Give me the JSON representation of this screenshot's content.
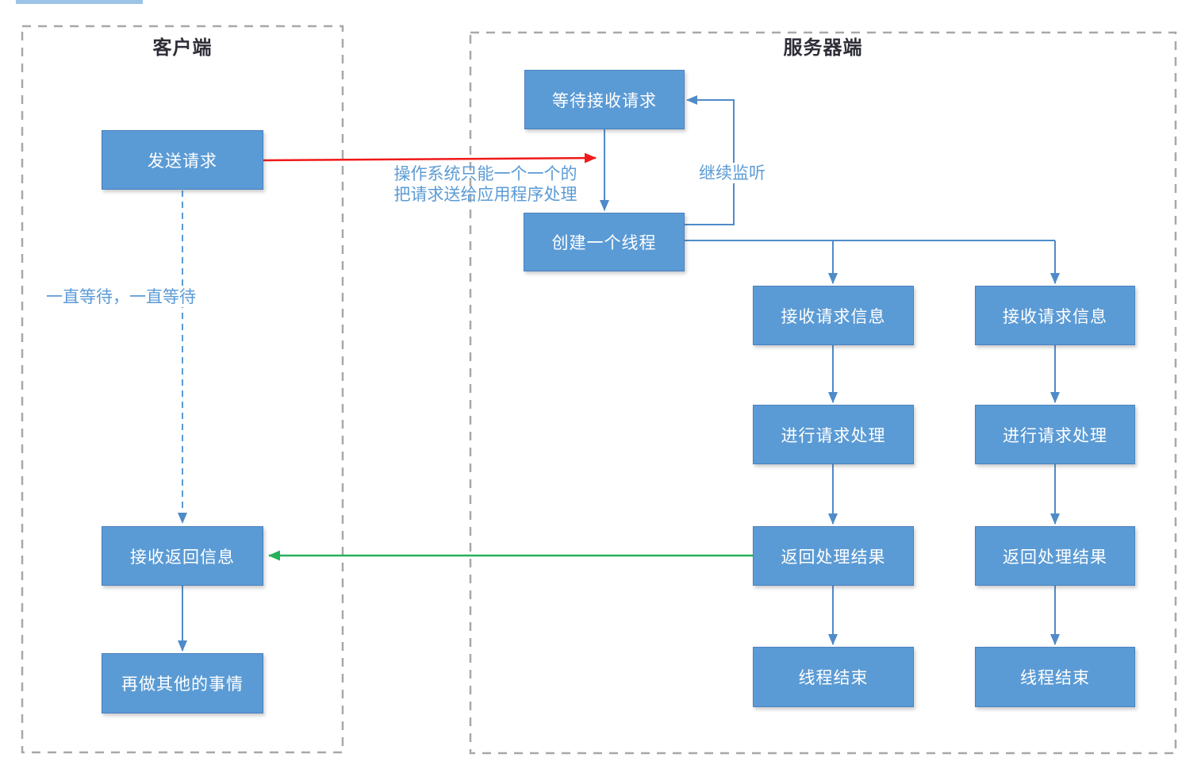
{
  "diagram": {
    "type": "flowchart",
    "language": "zh-CN",
    "topic": "client-server multi-thread request handling"
  },
  "colors": {
    "node_fill": "#5b9bd5",
    "node_border": "#4a80c0",
    "node_text": "#ffffff",
    "connector_blue": "#4f8bc9",
    "arrow_red": "#f01919",
    "arrow_green": "#27b05a",
    "frame_border": "#a8a8a8",
    "label_text": "#5b9bd5",
    "title_text": "#2e2e38",
    "highlight_bar": "#9dc3e6"
  },
  "client": {
    "title": "客户端",
    "boxes": {
      "send_request": "发送请求",
      "receive_response": "接收返回信息",
      "do_other_things": "再做其他的事情"
    },
    "wait_label": "一直等待，一直等待"
  },
  "server": {
    "title": "服务器端",
    "boxes": {
      "wait_request": "等待接收请求",
      "create_thread": "创建一个线程"
    },
    "listen_label": "继续监听",
    "threads": [
      {
        "receive": "接收请求信息",
        "process": "进行请求处理",
        "return": "返回处理结果",
        "end": "线程结束"
      },
      {
        "receive": "接收请求信息",
        "process": "进行请求处理",
        "return": "返回处理结果",
        "end": "线程结束"
      }
    ]
  },
  "annotations": {
    "os_note_line1": "操作系统只能一个一个的",
    "os_note_line2": "把请求送给应用程序处理"
  }
}
